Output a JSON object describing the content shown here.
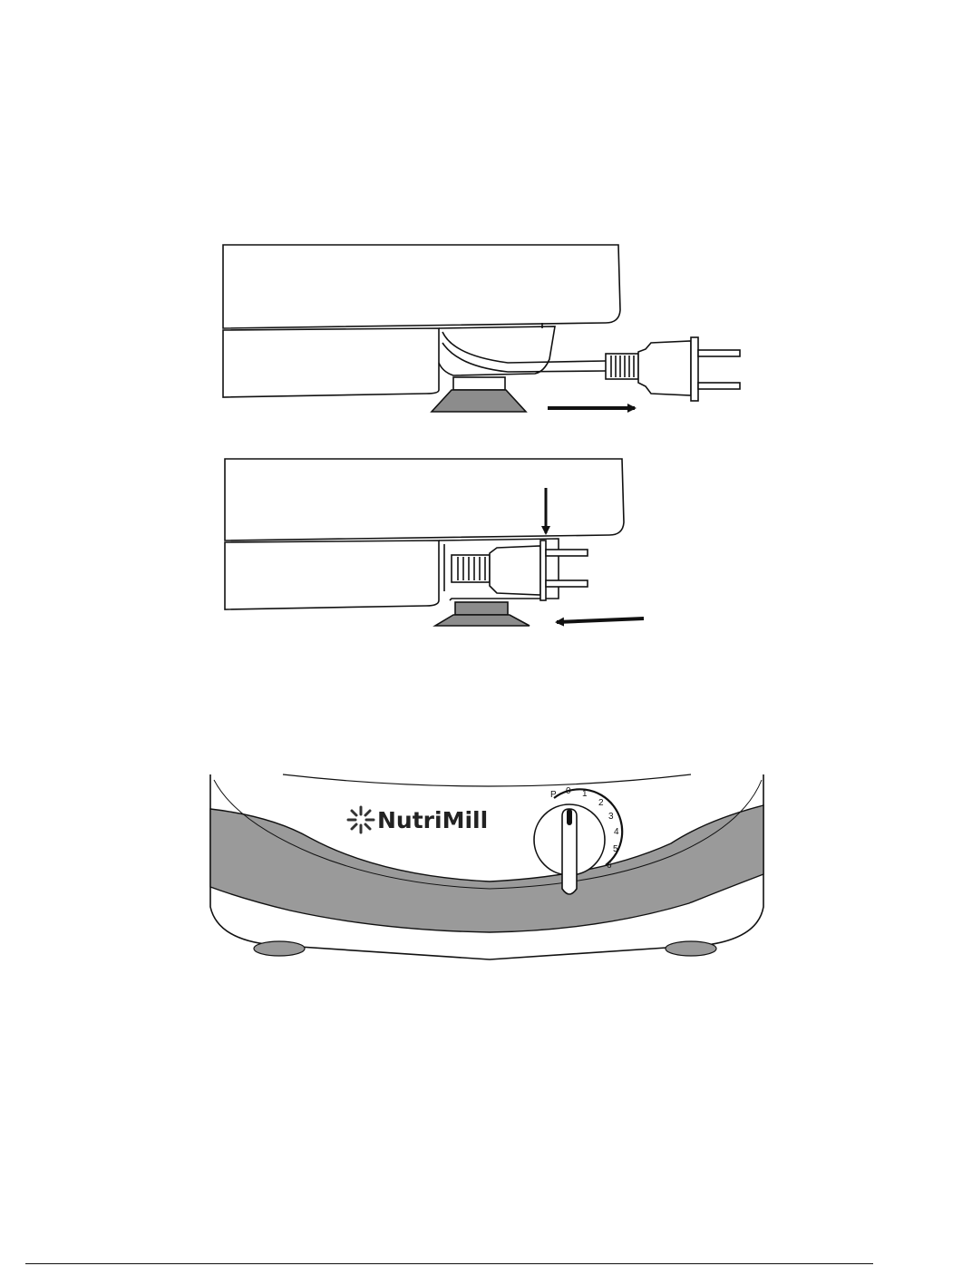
{
  "product_panel": {
    "brand_name": "NutriMill",
    "dial_labels": [
      "P",
      "0",
      "1",
      "2",
      "3",
      "4",
      "5",
      "6"
    ]
  },
  "colors": {
    "line": "#111111",
    "foot_fill": "#8c8c8c",
    "band_fill": "#9a9a9a",
    "arrow": "#111111"
  },
  "icons": {
    "brand_logo": "asterisk-starburst-icon",
    "direction_arrows": [
      "arrow-right-icon",
      "arrow-down-icon",
      "arrow-left-icon"
    ]
  }
}
